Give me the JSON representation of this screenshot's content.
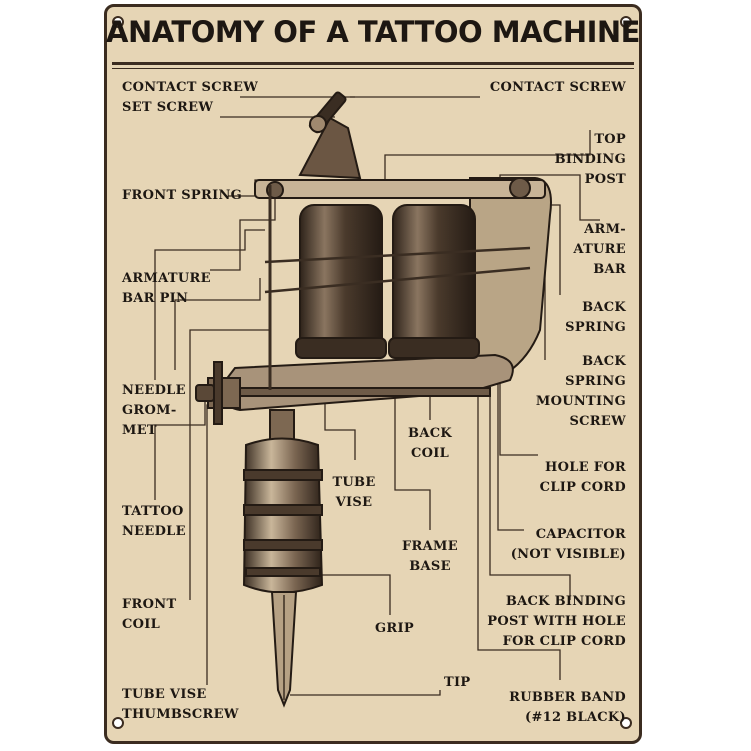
{
  "title": "ANATOMY OF A TATTOO MACHINE",
  "labels": {
    "contact_screw_left": "CONTACT SCREW",
    "set_screw": "SET SCREW",
    "front_spring": "FRONT SPRING",
    "armature_bar_pin": "ARMATURE\nBAR PIN",
    "needle_grommet": "NEEDLE\nGROM-\nMET",
    "tattoo_needle": "TATTOO\nNEEDLE",
    "front_coil": "FRONT\nCOIL",
    "tube_vise_thumbscrew": "TUBE VISE\nTHUMBSCREW",
    "contact_screw_right": "CONTACT SCREW",
    "top_binding_post": "TOP\nBINDING\nPOST",
    "armature_bar": "ARM-\nATURE\nBAR",
    "back_spring": "BACK\nSPRING",
    "back_spring_mounting_screw": "BACK\nSPRING\nMOUNTING\nSCREW",
    "hole_for_clip_cord": "HOLE FOR\nCLIP CORD",
    "capacitor": "CAPACITOR\n(NOT VISIBLE)",
    "back_binding_post": "BACK BINDING\nPOST WITH HOLE\nFOR CLIP CORD",
    "rubber_band": "RUBBER BAND\n(#12 BLACK)",
    "back_coil": "BACK\nCOIL",
    "tube_vise": "TUBE\nVISE",
    "frame_base": "FRAME\nBASE",
    "grip": "GRIP",
    "tip": "TIP"
  },
  "colors": {
    "background": "#e6d5b5",
    "ink": "#1d1712",
    "line": "#3b2c20"
  }
}
